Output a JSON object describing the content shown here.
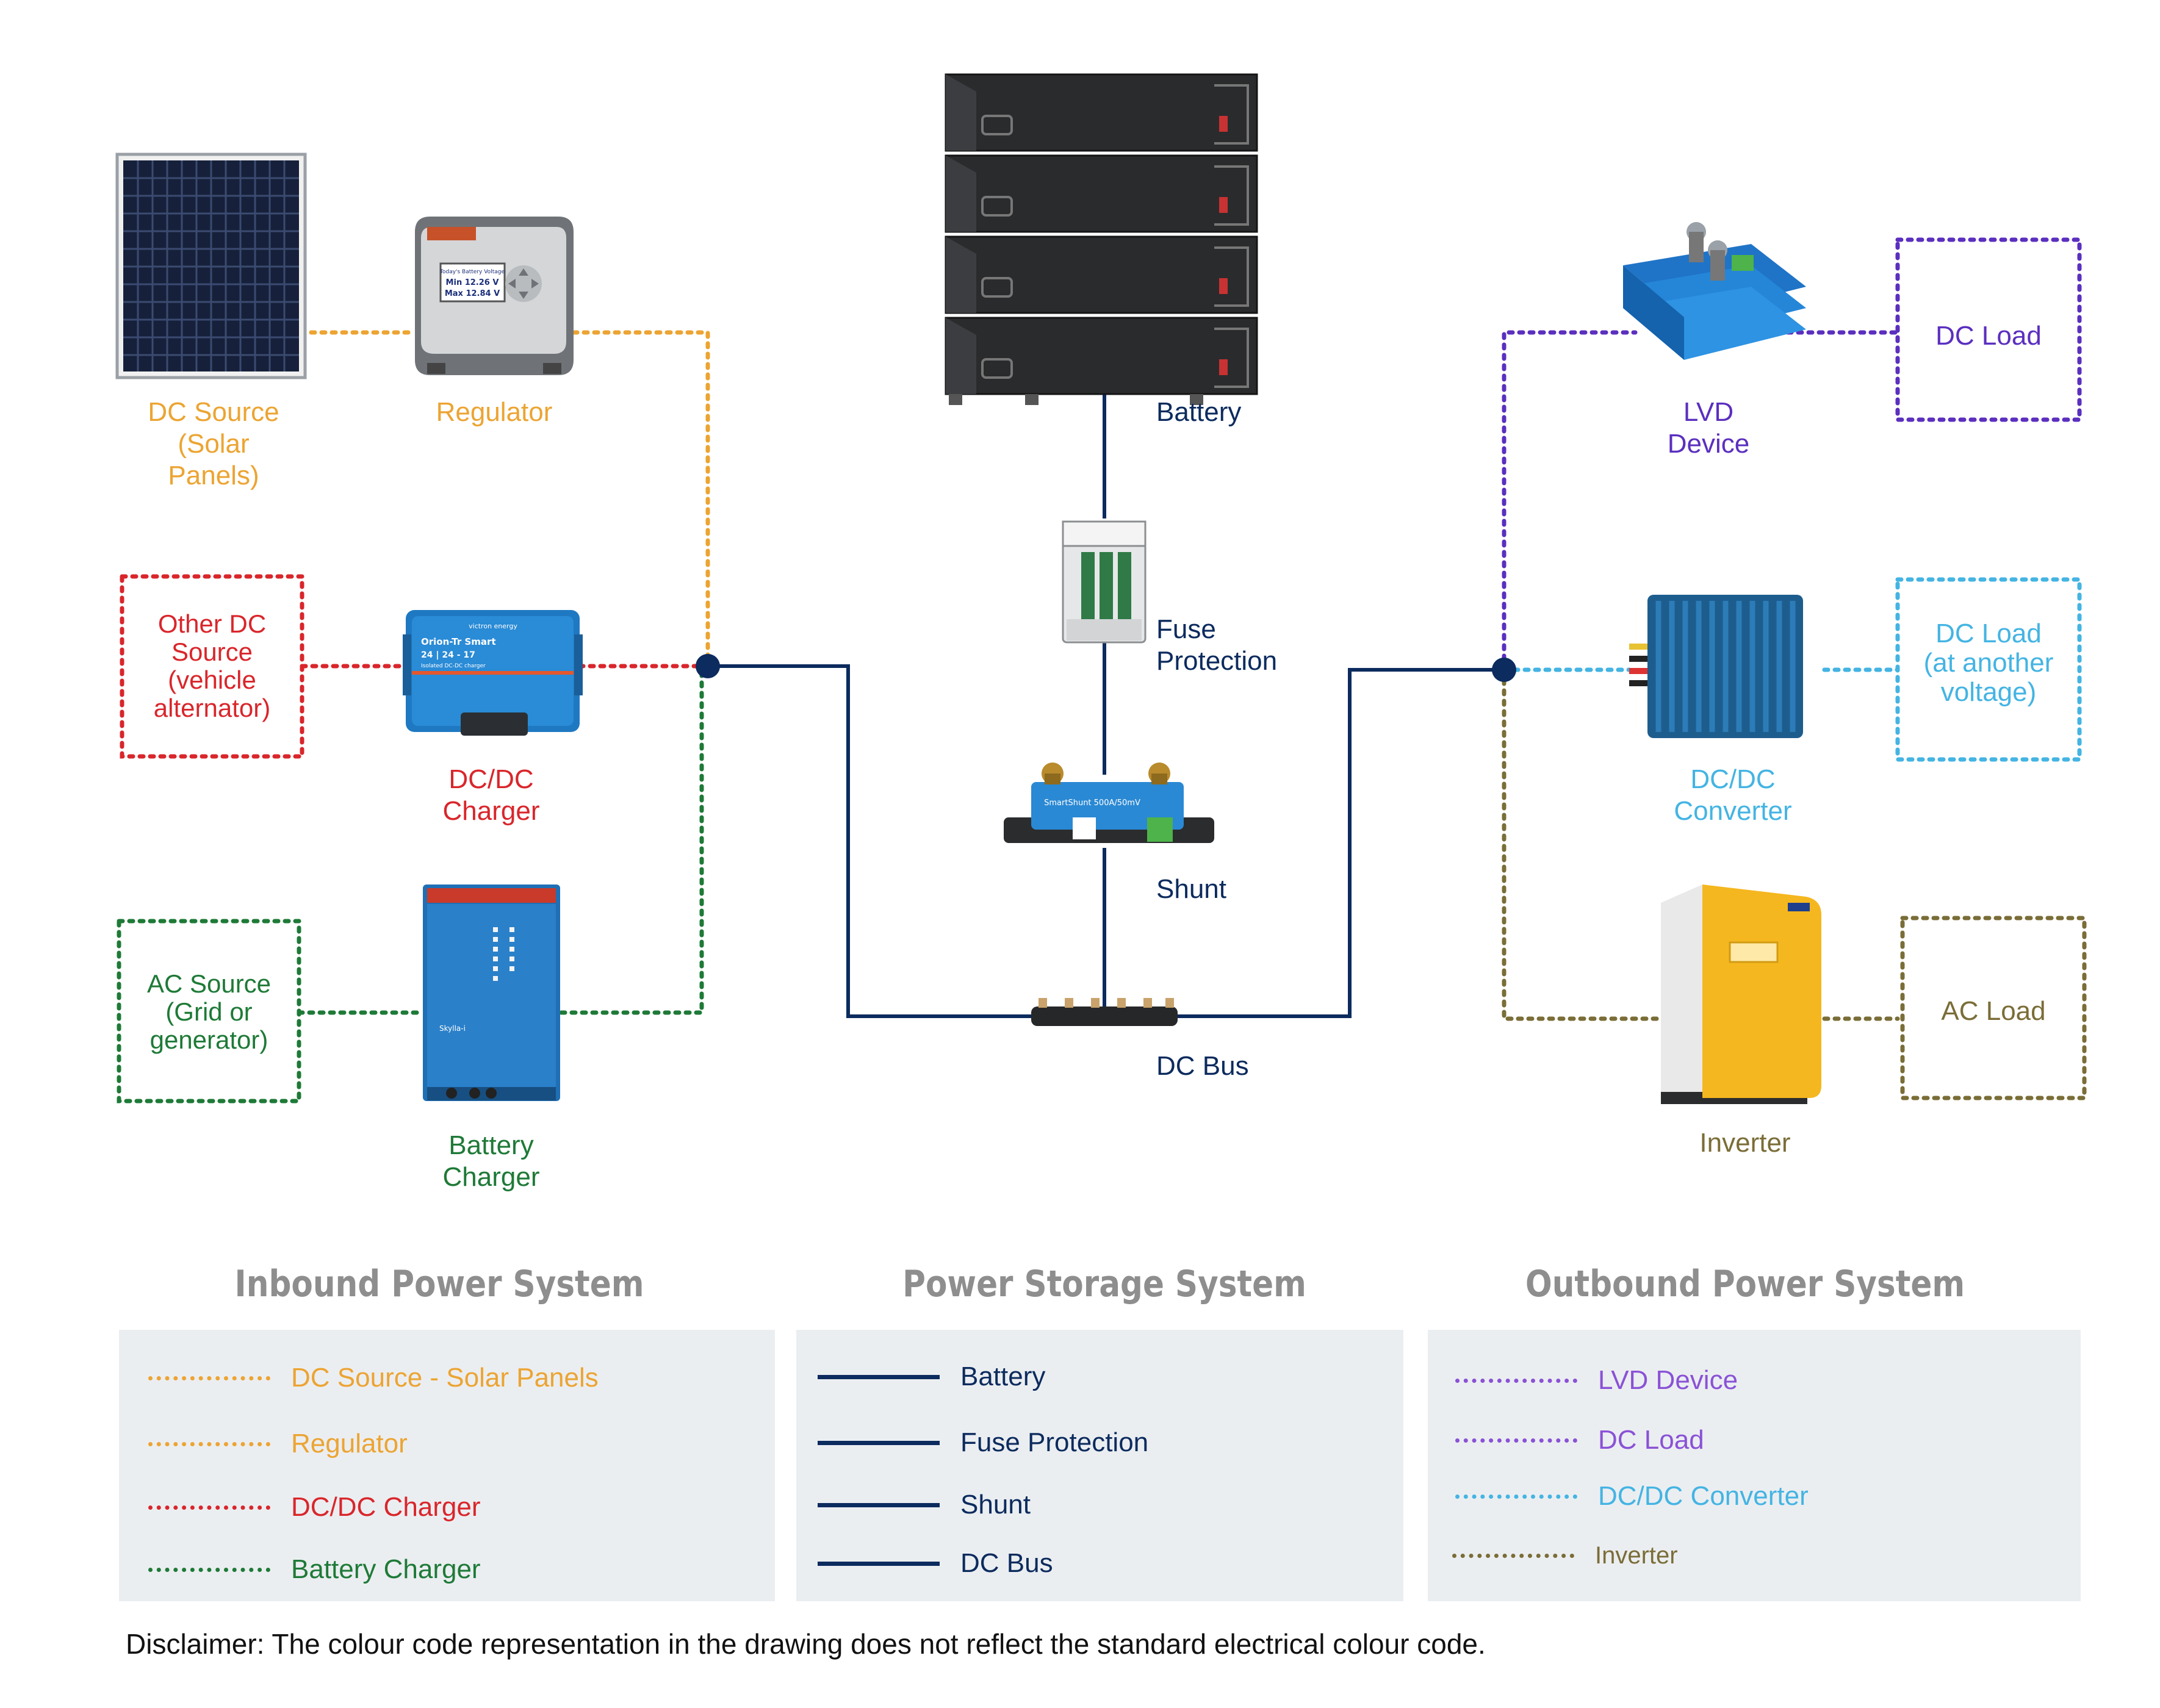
{
  "colors": {
    "solar": "#eca432",
    "dcdc_charger": "#d9262b",
    "battery_charger": "#1e7a37",
    "storage": "#0c2b5e",
    "lvd": "#5b2fbf",
    "dc_load": "#5b2fbf",
    "dcdc_converter": "#44b4e3",
    "inverter": "#7a6d37",
    "section_title": "#8e8e8e",
    "legend_bg": "#ebeef1"
  },
  "icons": {
    "solar_panel": "solar-panel-icon",
    "regulator": "regulator-icon",
    "dcdc_charger": "dcdc-charger-icon",
    "battery_charger": "battery-charger-icon",
    "battery": "battery-rack-icon",
    "fuse": "fuse-holder-icon",
    "shunt": "shunt-icon",
    "dc_bus": "busbar-icon",
    "lvd": "lvd-device-icon",
    "dcdc_converter": "dcdc-converter-icon",
    "inverter": "inverter-icon"
  },
  "inbound": {
    "solar_label": "DC Source\n(Solar\nPanels)",
    "regulator_label": "Regulator",
    "other_dc_source": "Other DC\nSource\n(vehicle\nalternator)",
    "dcdc_charger_label": "DC/DC\nCharger",
    "ac_source": "AC Source\n(Grid or\ngenerator)",
    "battery_charger_label": "Battery\nCharger",
    "regulator_screen": [
      "Today's Battery Voltage",
      "Min 12.26 V",
      "Max 12.84 V"
    ],
    "dcdc_device_text": [
      "victron energy",
      "Orion-Tr Smart",
      "24 | 24 - 17",
      "Isolated DC-DC charger"
    ],
    "charger_device_text": "Skylla-i"
  },
  "storage": {
    "battery_label": "Battery",
    "fuse_label": "Fuse\nProtection",
    "shunt_label": "Shunt",
    "dc_bus_label": "DC Bus",
    "shunt_device_text": "SmartShunt 500A/50mV"
  },
  "outbound": {
    "lvd_label": "LVD\nDevice",
    "dc_load": "DC Load",
    "dcdc_converter_label": "DC/DC\nConverter",
    "dc_load_other_voltage": "DC Load\n(at another\nvoltage)",
    "inverter_label": "Inverter",
    "ac_load": "AC Load"
  },
  "legend": {
    "inbound_title": "Inbound Power System",
    "inbound_items": [
      "DC Source - Solar Panels",
      "Regulator",
      "DC/DC Charger",
      "Battery Charger"
    ],
    "storage_title": "Power Storage System",
    "storage_items": [
      "Battery",
      "Fuse Protection",
      "Shunt",
      "DC Bus"
    ],
    "outbound_title": "Outbound Power System",
    "outbound_items": [
      "LVD Device",
      "DC Load",
      "DC/DC Converter",
      "Inverter"
    ]
  },
  "disclaimer": "Disclaimer: The colour code representation in the drawing does not reflect the standard electrical colour code."
}
